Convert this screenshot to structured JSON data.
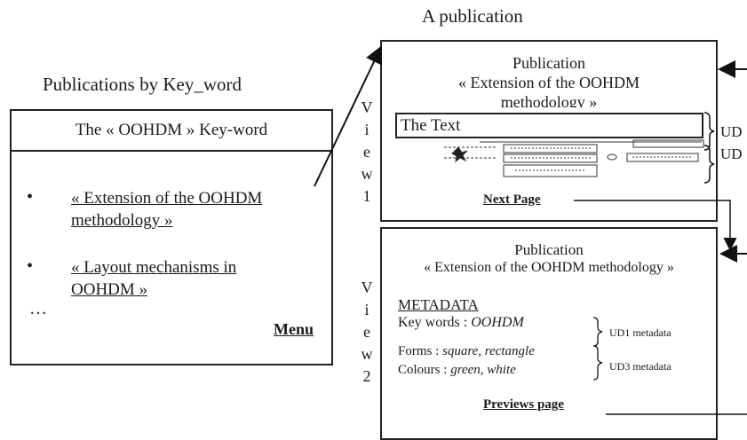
{
  "left_panel": {
    "caption": "Publications by Key_word",
    "header": "The « OOHDM » Key-word",
    "items": [
      {
        "bullet": "•",
        "line1": "« Extension of the OOHDM",
        "line2": "methodology »"
      },
      {
        "bullet": "•",
        "line1": "« Layout mechanisms in",
        "line2": "OOHDM »"
      }
    ],
    "ellipsis": "…",
    "menu_link": "Menu"
  },
  "right_caption": "A publication",
  "view1": {
    "label_letters": [
      "V",
      "i",
      "e",
      "w",
      "1"
    ],
    "title_line1": "Publication",
    "title_line2": "« Extension of the OOHDM",
    "title_line3": "methodology »",
    "text_box": "The Text",
    "ud_labels": [
      "UD",
      "UD"
    ],
    "next_link": "Next Page"
  },
  "view2": {
    "label_letters": [
      "V",
      "i",
      "e",
      "w",
      "2"
    ],
    "title_line1": "Publication",
    "title_line2": "« Extension of the OOHDM methodology »",
    "metadata_heading": "METADATA",
    "keywords_label": "Key words : ",
    "keywords_value": "OOHDM",
    "forms_label": "Forms : ",
    "forms_value": "square, rectangle",
    "colours_label": "Colours : ",
    "colours_value": "green, white",
    "ud1_label": "UD1 metadata",
    "ud3_label": "UD3 metadata",
    "previous_link": "Previews page"
  }
}
